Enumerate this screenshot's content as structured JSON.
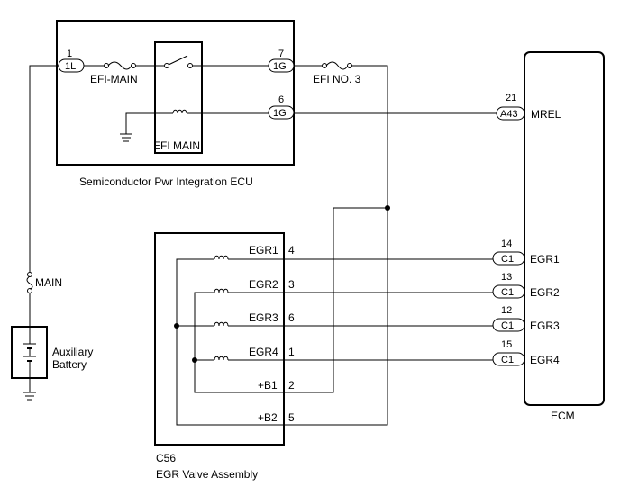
{
  "components": {
    "ecu": {
      "name": "Semiconductor Pwr Integration ECU",
      "relay_label": "EFI MAIN",
      "fuse_label": "EFI-MAIN",
      "pins": [
        {
          "num": "1",
          "conn": "1L"
        },
        {
          "num": "7",
          "conn": "1G"
        },
        {
          "num": "6",
          "conn": "1G"
        }
      ]
    },
    "fuse_efi_no3": {
      "label": "EFI NO. 3"
    },
    "fuse_main": {
      "label": "MAIN"
    },
    "battery": {
      "label_line1": "Auxiliary",
      "label_line2": "Battery"
    },
    "ecm": {
      "name": "ECM",
      "pins": [
        {
          "num": "21",
          "conn": "A43",
          "signal": "MREL"
        },
        {
          "num": "14",
          "conn": "C1",
          "signal": "EGR1"
        },
        {
          "num": "13",
          "conn": "C1",
          "signal": "EGR2"
        },
        {
          "num": "12",
          "conn": "C1",
          "signal": "EGR3"
        },
        {
          "num": "15",
          "conn": "C1",
          "signal": "EGR4"
        }
      ]
    },
    "egr_valve": {
      "code": "C56",
      "name": "EGR Valve Assembly",
      "terminals": [
        {
          "signal": "EGR1",
          "num": "4"
        },
        {
          "signal": "EGR2",
          "num": "3"
        },
        {
          "signal": "EGR3",
          "num": "6"
        },
        {
          "signal": "EGR4",
          "num": "1"
        },
        {
          "signal": "+B1",
          "num": "2"
        },
        {
          "signal": "+B2",
          "num": "5"
        }
      ]
    }
  }
}
